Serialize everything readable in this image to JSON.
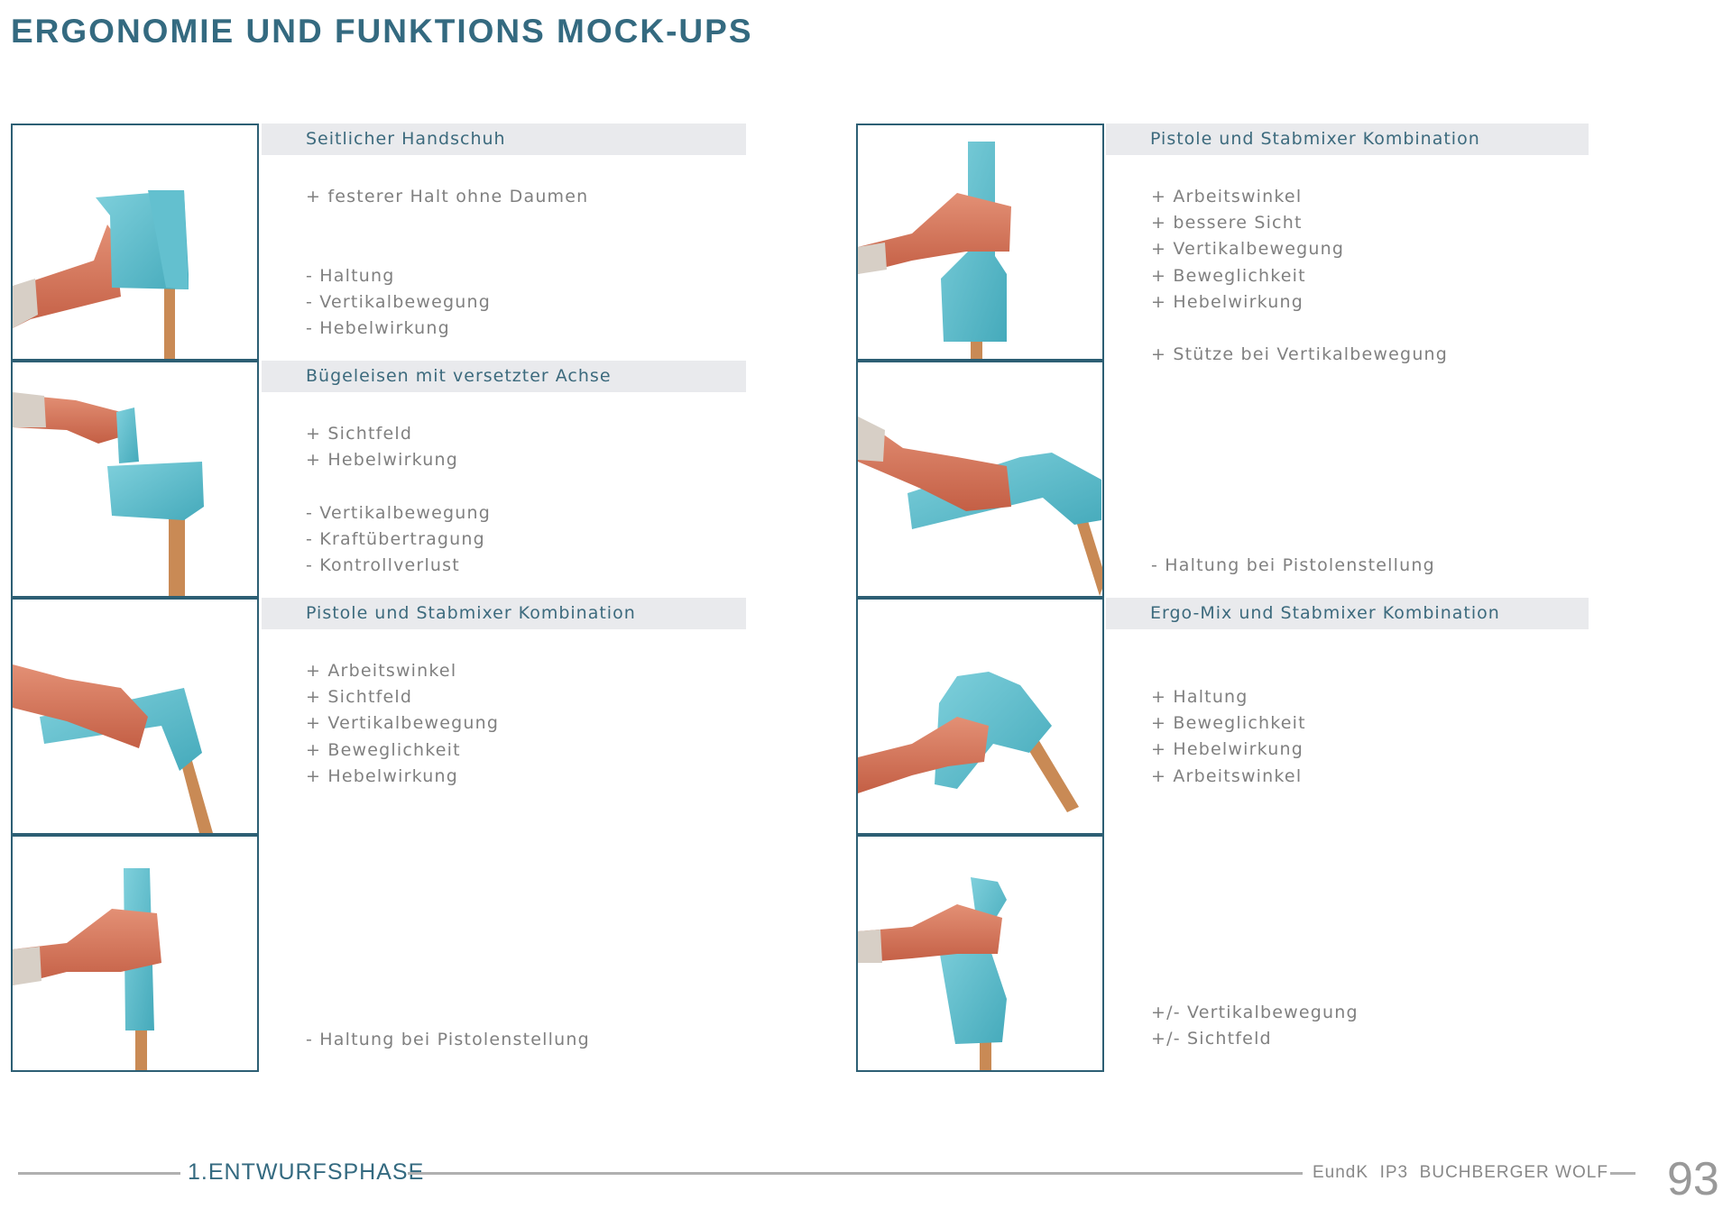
{
  "title": "ERGONOMIE UND FUNKTIONS MOCK-UPS",
  "left": {
    "sections": [
      {
        "title": "Seitlicher Handschuh",
        "lines": [
          "+ festerer Halt ohne Daumen",
          "",
          "",
          "- Haltung",
          "- Vertikalbewegung",
          "- Hebelwirkung"
        ]
      },
      {
        "title": "Bügeleisen mit versetzter Achse",
        "lines": [
          "+ Sichtfeld",
          "+ Hebelwirkung",
          "",
          "- Vertikalbewegung",
          "- Kraftübertragung",
          "- Kontrollverlust"
        ]
      },
      {
        "title": "Pistole und Stabmixer Kombination",
        "lines": [
          "+ Arbeitswinkel",
          "+ Sichtfeld",
          "+ Vertikalbewegung",
          "+ Beweglichkeit",
          "+ Hebelwirkung"
        ]
      }
    ],
    "bottom_lines": [
      "- Haltung bei Pistolenstellung"
    ]
  },
  "right": {
    "sections": [
      {
        "title": "Pistole und Stabmixer Kombination",
        "lines": [
          "+ Arbeitswinkel",
          "+ bessere Sicht",
          "+ Vertikalbewegung",
          "+ Beweglichkeit",
          "+ Hebelwirkung",
          "",
          "+ Stütze bei Vertikalbewegung"
        ]
      },
      {
        "title": "Ergo-Mix und Stabmixer Kombination",
        "lines": [
          "+ Haltung",
          "+ Beweglichkeit",
          "+ Hebelwirkung",
          "+ Arbeitswinkel"
        ]
      }
    ],
    "middle_lines": [
      "- Haltung bei Pistolenstellung"
    ],
    "bottom_lines": [
      "+/- Vertikalbewegung",
      "+/- Sichtfeld"
    ]
  },
  "footer": {
    "chapter": "1.ENTWURFSPHASE",
    "credits": "EundK  IP3  BUCHBERGER WOLF",
    "page_number": "93"
  },
  "colors": {
    "accent": "#346a80",
    "foam": "#5dbccb",
    "skin": "#d8765c",
    "wood": "#c98a55"
  }
}
